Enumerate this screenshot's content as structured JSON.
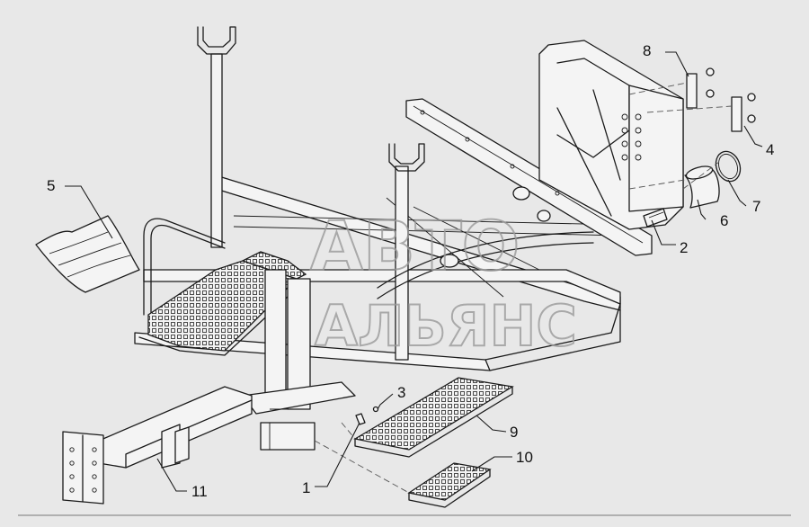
{
  "watermark": {
    "line1": "АВТО",
    "line2": "АЛЬЯНС"
  },
  "callouts": {
    "c1": "1",
    "c2": "2",
    "c3": "3",
    "c4": "4",
    "c5": "5",
    "c6": "6",
    "c7": "7",
    "c8": "8",
    "c9": "9",
    "c10": "10",
    "c11": "11"
  }
}
